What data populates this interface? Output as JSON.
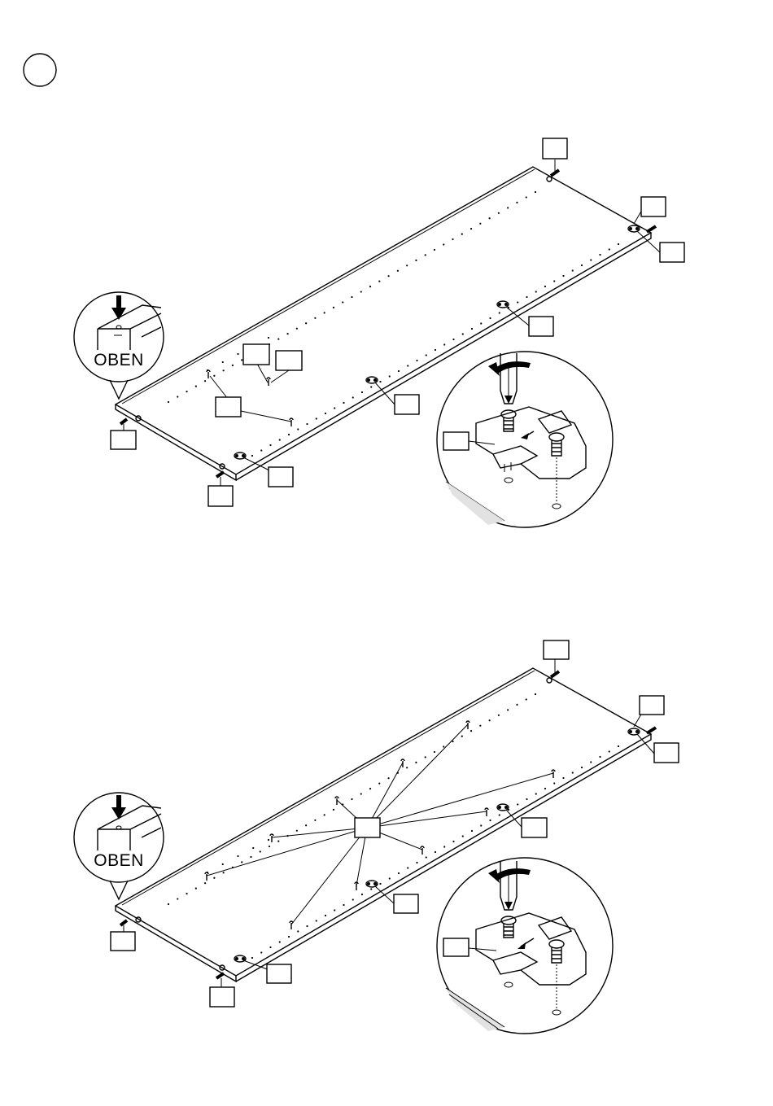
{
  "step": {
    "number": ""
  },
  "panels": [
    {
      "id": "top",
      "zoom_label": "OBEN"
    },
    {
      "id": "bottom",
      "zoom_label": "OBEN"
    }
  ],
  "colors": {
    "ink": "#000000",
    "paper": "#ffffff"
  },
  "icons": [
    "screwdriver-icon",
    "rotation-arrow-icon",
    "down-arrow-icon",
    "hinge-plate-icon"
  ]
}
